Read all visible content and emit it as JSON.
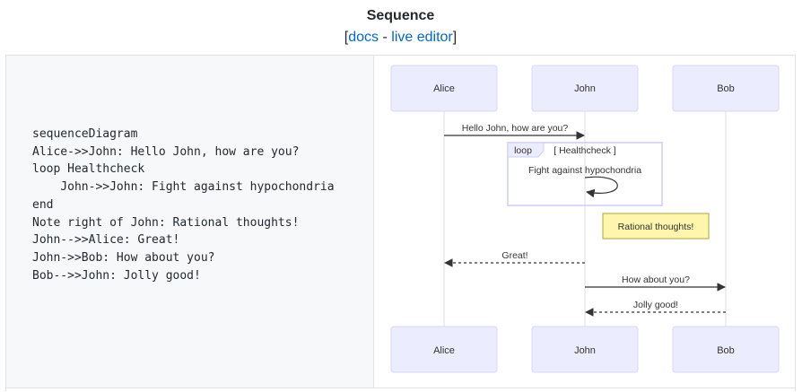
{
  "header": {
    "title": "Sequence",
    "bracket_open": "[",
    "docs_link": "docs",
    "separator": " - ",
    "editor_link": "live editor",
    "bracket_close": "]"
  },
  "code_lines": [
    "sequenceDiagram",
    "Alice->>John: Hello John, how are you?",
    "loop Healthcheck",
    "    John->>John: Fight against hypochondria",
    "end",
    "Note right of John: Rational thoughts!",
    "John-->>Alice: Great!",
    "John->>Bob: How about you?",
    "Bob-->>John: Jolly good!"
  ],
  "diagram": {
    "actors": [
      "Alice",
      "John",
      "Bob"
    ],
    "messages": [
      {
        "from": "Alice",
        "to": "John",
        "text": "Hello John, how are you?",
        "style": "solid"
      },
      {
        "from": "John",
        "to": "John",
        "text": "Fight against hypochondria",
        "style": "solid"
      },
      {
        "from": "John",
        "to": "Alice",
        "text": "Great!",
        "style": "dotted"
      },
      {
        "from": "John",
        "to": "Bob",
        "text": "How about you?",
        "style": "solid"
      },
      {
        "from": "Bob",
        "to": "John",
        "text": "Jolly good!",
        "style": "dotted"
      }
    ],
    "loop": {
      "keyword": "loop",
      "label": "[ Healthcheck ]"
    },
    "note": {
      "text": "Rational thoughts!",
      "position": "right of John"
    },
    "colors": {
      "actor_fill": "#ECECFF",
      "actor_border": "#d7d7f7",
      "note_fill": "#fff5ad",
      "note_border": "#aaaa33",
      "loop_border": "#ccccff",
      "line": "#333333"
    }
  }
}
